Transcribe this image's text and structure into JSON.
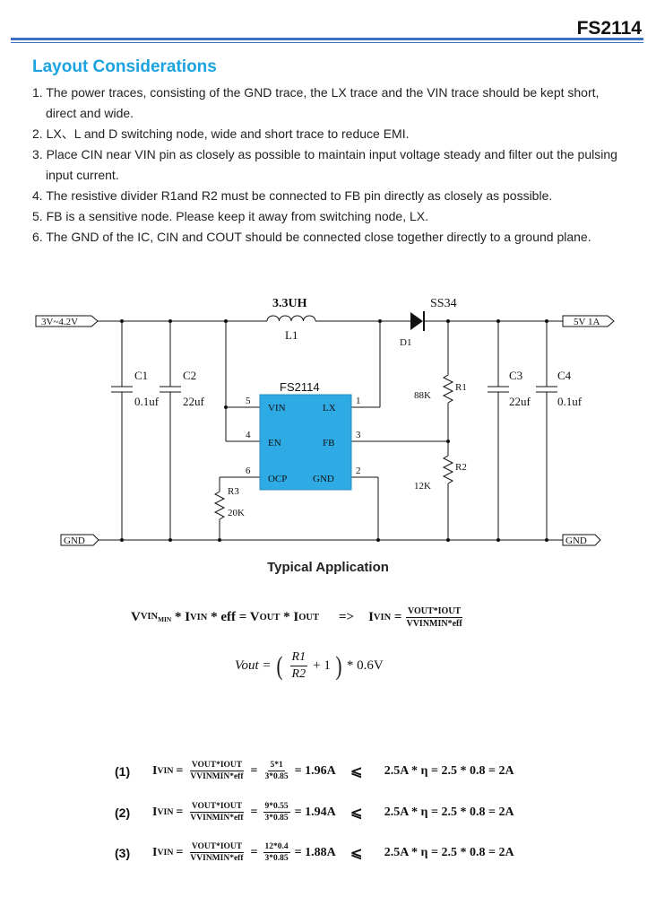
{
  "header": {
    "part_number": "FS2114"
  },
  "section": {
    "title": "Layout Considerations",
    "items": [
      "1. The power traces, consisting of the GND trace, the LX trace and the VIN trace should be kept short, direct and wide.",
      "2. LX、L and D switching node, wide and short trace to reduce EMI.",
      "3. Place CIN near VIN pin as closely as possible to maintain input voltage steady and filter out the pulsing input current.",
      "4. The resistive divider R1and R2 must be connected to FB pin directly as closely as possible.",
      "5. FB is a sensitive node. Please keep it away from switching node, LX.",
      "6. The GND of the IC, CIN and COUT should be connected close together directly to a ground plane."
    ]
  },
  "schematic": {
    "input_label": "3V~4.2V",
    "output_label": "5V 1A",
    "gnd_left": "GND",
    "gnd_right": "GND",
    "inductor_value": "3.3UH",
    "inductor_ref": "L1",
    "diode_value": "SS34",
    "diode_ref": "D1",
    "ic_name": "FS2114",
    "pins": {
      "vin": "VIN",
      "lx": "LX",
      "en": "EN",
      "fb": "FB",
      "ocp": "OCP",
      "gnd": "GND",
      "n1": "1",
      "n2": "2",
      "n3": "3",
      "n4": "4",
      "n5": "5",
      "n6": "6"
    },
    "c1_ref": "C1",
    "c1_value": "0.1uf",
    "c2_ref": "C2",
    "c2_value": "22uf",
    "c3_ref": "C3",
    "c3_value": "22uf",
    "c4_ref": "C4",
    "c4_value": "0.1uf",
    "r1_ref": "R1",
    "r1_value": "88K",
    "r2_ref": "R2",
    "r2_value": "12K",
    "r3_ref": "R3",
    "r3_value": "20K",
    "colors": {
      "ic_fill": "#2eaae4",
      "wire": "#111111"
    }
  },
  "caption": "Typical Application",
  "formulas": {
    "power": {
      "lhs_v": "V",
      "lhs_v_sub": "VIN",
      "lhs_v_subsub": "MIN",
      "lhs_rest": " * I",
      "lhs_i_sub": "VIN",
      "lhs_tail": " * eff = V",
      "out_sub": "OUT",
      "mul": " * I",
      "iout_sub": "OUT",
      "arrow": "=>",
      "iin": "I",
      "iin_sub": "VIN",
      "eq": " =",
      "num": "VOUT*IOUT",
      "den": "VVINMIN*eff"
    },
    "vout": {
      "lhs": "Vout =",
      "open": "(",
      "num": "R1",
      "den": "R2",
      "plus": "+ 1",
      "close": ")",
      "tail": "* 0.6V"
    }
  },
  "calcs": [
    {
      "label": "(1)",
      "num": "5*1",
      "den": "3*0.85",
      "result": "= 1.96A",
      "rhs": "2.5A * η = 2.5 * 0.8 = 2A"
    },
    {
      "label": "(2)",
      "num": "9*0.55",
      "den": "3*0.85",
      "result": "= 1.94A",
      "rhs": "2.5A * η = 2.5 * 0.8 = 2A"
    },
    {
      "label": "(3)",
      "num": "12*0.4",
      "den": "3*0.85",
      "result": "= 1.88A",
      "rhs": "2.5A * η = 2.5 * 0.8 = 2A"
    }
  ],
  "calc_common": {
    "iin": "I",
    "iin_sub": "VIN",
    "eq": "=",
    "fnum": "VOUT*IOUT",
    "fden": "VVINMIN*eff",
    "eq2": "=",
    "leq": "⩽"
  }
}
